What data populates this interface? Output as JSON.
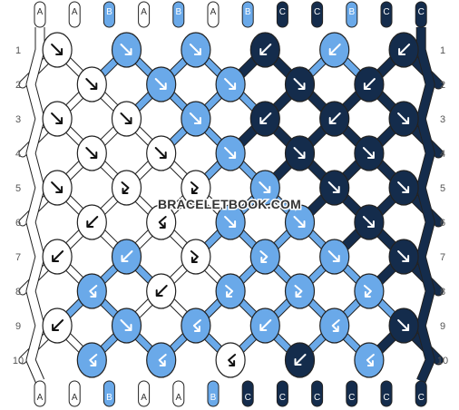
{
  "colors": {
    "A": "#ffffff",
    "B": "#6aa9e9",
    "C": "#142c4c",
    "outline": "#222222"
  },
  "strings_top": [
    "A",
    "A",
    "B",
    "A",
    "B",
    "A",
    "B",
    "C",
    "C",
    "B",
    "C",
    "C"
  ],
  "strings_bottom": [
    "A",
    "A",
    "B",
    "A",
    "A",
    "B",
    "C",
    "C",
    "C",
    "C",
    "C",
    "C"
  ],
  "row_labels": [
    "1",
    "2",
    "3",
    "4",
    "5",
    "6",
    "7",
    "8",
    "9",
    "10"
  ],
  "watermark": "BRACELETBOOK.COM",
  "knot_rows": [
    {
      "row": 1,
      "knots": [
        {
          "color": "A",
          "dir": "f"
        },
        {
          "color": "B",
          "dir": "f"
        },
        {
          "color": "B",
          "dir": "f"
        },
        {
          "color": "C",
          "dir": "b"
        },
        {
          "color": "B",
          "dir": "b"
        },
        {
          "color": "C",
          "dir": "b"
        }
      ]
    },
    {
      "row": 2,
      "knots": [
        {
          "color": "A",
          "dir": "f"
        },
        {
          "color": "B",
          "dir": "f"
        },
        {
          "color": "B",
          "dir": "f"
        },
        {
          "color": "C",
          "dir": "f"
        },
        {
          "color": "C",
          "dir": "b"
        }
      ]
    },
    {
      "row": 3,
      "knots": [
        {
          "color": "A",
          "dir": "f"
        },
        {
          "color": "A",
          "dir": "f"
        },
        {
          "color": "B",
          "dir": "f"
        },
        {
          "color": "C",
          "dir": "b"
        },
        {
          "color": "C",
          "dir": "b"
        },
        {
          "color": "C",
          "dir": "f"
        }
      ]
    },
    {
      "row": 4,
      "knots": [
        {
          "color": "A",
          "dir": "f"
        },
        {
          "color": "A",
          "dir": "f"
        },
        {
          "color": "B",
          "dir": "f"
        },
        {
          "color": "C",
          "dir": "f"
        },
        {
          "color": "C",
          "dir": "f"
        }
      ]
    },
    {
      "row": 5,
      "knots": [
        {
          "color": "A",
          "dir": "f"
        },
        {
          "color": "A",
          "dir": "fb"
        },
        {
          "color": "A",
          "dir": "fb"
        },
        {
          "color": "B",
          "dir": "f"
        },
        {
          "color": "C",
          "dir": "f"
        },
        {
          "color": "C",
          "dir": "f"
        }
      ]
    },
    {
      "row": 6,
      "knots": [
        {
          "color": "A",
          "dir": "b"
        },
        {
          "color": "A",
          "dir": "bf"
        },
        {
          "color": "B",
          "dir": "f"
        },
        {
          "color": "B",
          "dir": "f"
        },
        {
          "color": "C",
          "dir": "f"
        }
      ]
    },
    {
      "row": 7,
      "knots": [
        {
          "color": "A",
          "dir": "b"
        },
        {
          "color": "B",
          "dir": "b"
        },
        {
          "color": "A",
          "dir": "fb"
        },
        {
          "color": "B",
          "dir": "fb"
        },
        {
          "color": "B",
          "dir": "f"
        },
        {
          "color": "C",
          "dir": "f"
        }
      ]
    },
    {
      "row": 8,
      "knots": [
        {
          "color": "B",
          "dir": "bf"
        },
        {
          "color": "A",
          "dir": "b"
        },
        {
          "color": "B",
          "dir": "fb"
        },
        {
          "color": "B",
          "dir": "fb"
        },
        {
          "color": "B",
          "dir": "fb"
        }
      ]
    },
    {
      "row": 9,
      "knots": [
        {
          "color": "A",
          "dir": "b"
        },
        {
          "color": "B",
          "dir": "f"
        },
        {
          "color": "B",
          "dir": "bf"
        },
        {
          "color": "B",
          "dir": "b"
        },
        {
          "color": "B",
          "dir": "bf"
        },
        {
          "color": "C",
          "dir": "f"
        }
      ]
    },
    {
      "row": 10,
      "knots": [
        {
          "color": "B",
          "dir": "bf"
        },
        {
          "color": "B",
          "dir": "bf"
        },
        {
          "color": "A",
          "dir": "bf"
        },
        {
          "color": "C",
          "dir": "b"
        },
        {
          "color": "B",
          "dir": "bf"
        }
      ]
    }
  ]
}
